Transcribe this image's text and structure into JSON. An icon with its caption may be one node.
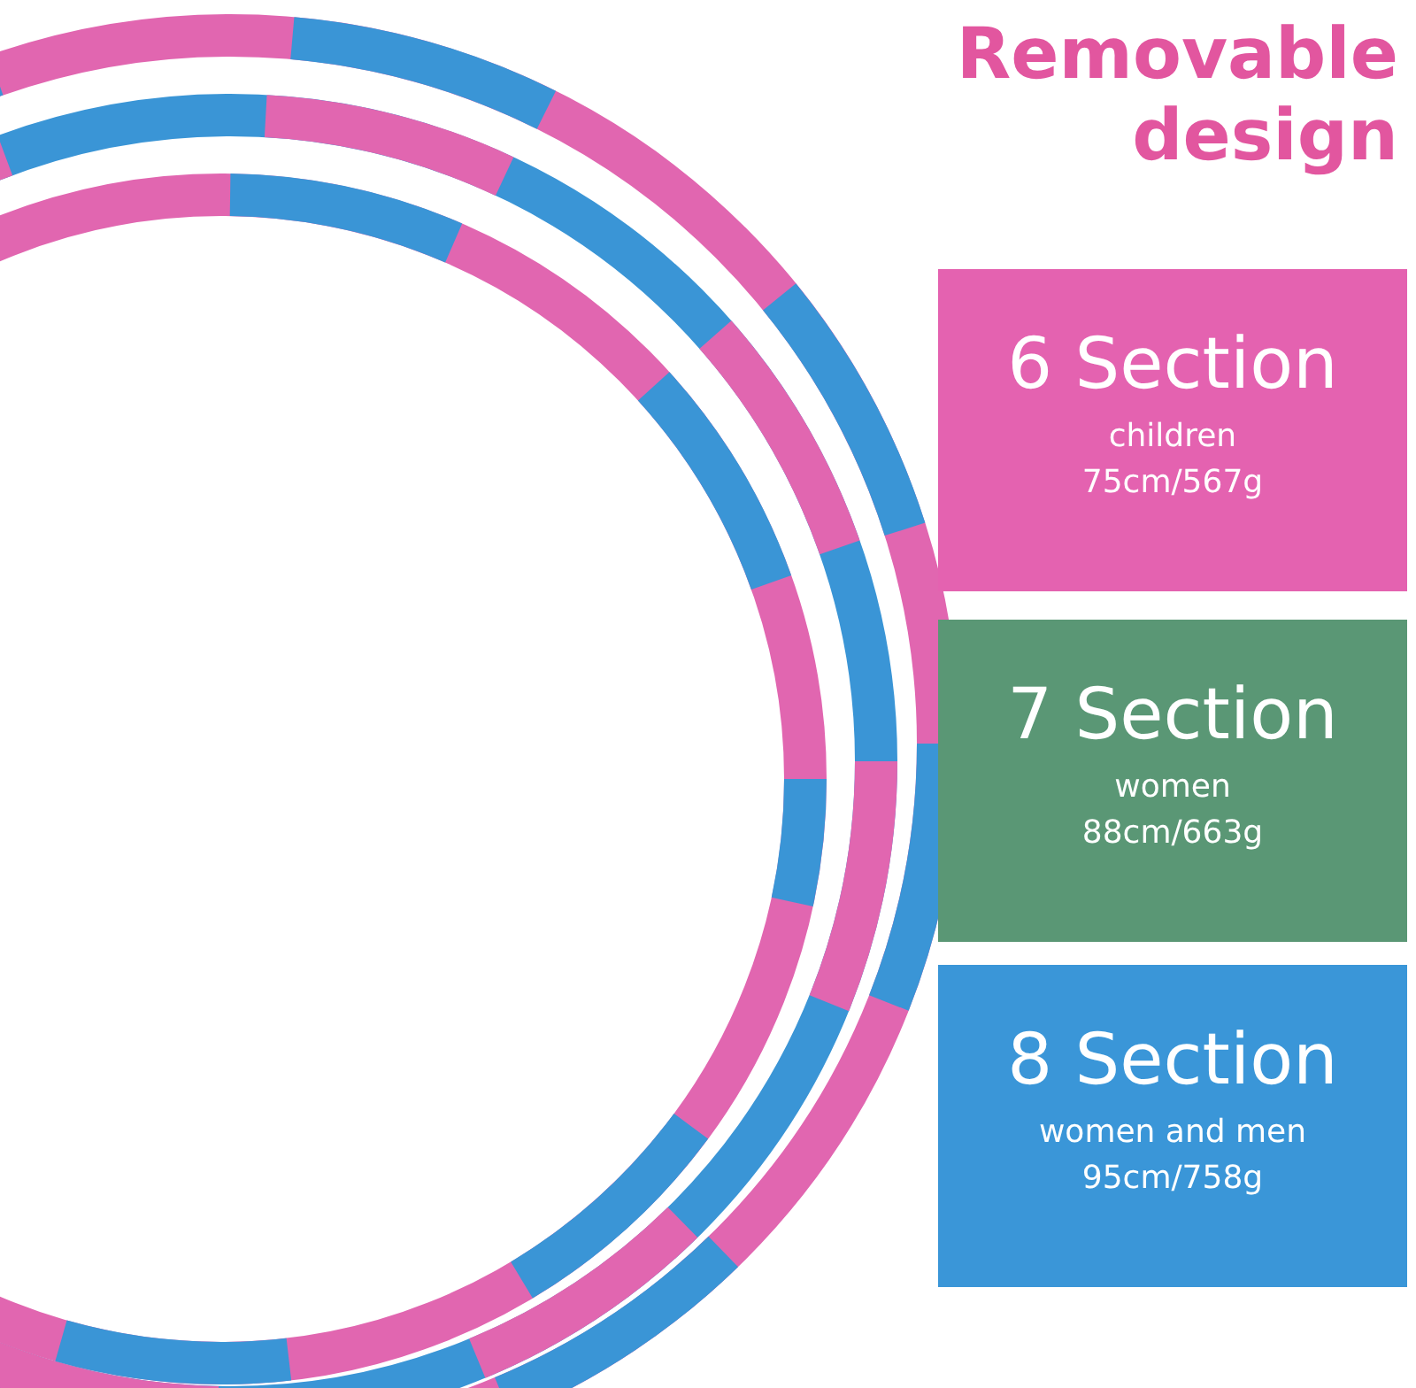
{
  "diagram": {
    "title": "Removable design",
    "nodes": [
      {
        "text": [
          "6 Section",
          "children",
          "75cm/567g"
        ]
      },
      {
        "text": [
          "7 Section",
          "women",
          "88cm/663g"
        ]
      },
      {
        "text": [
          "8 Section",
          "women and men",
          "95cm/758g"
        ]
      }
    ]
  }
}
